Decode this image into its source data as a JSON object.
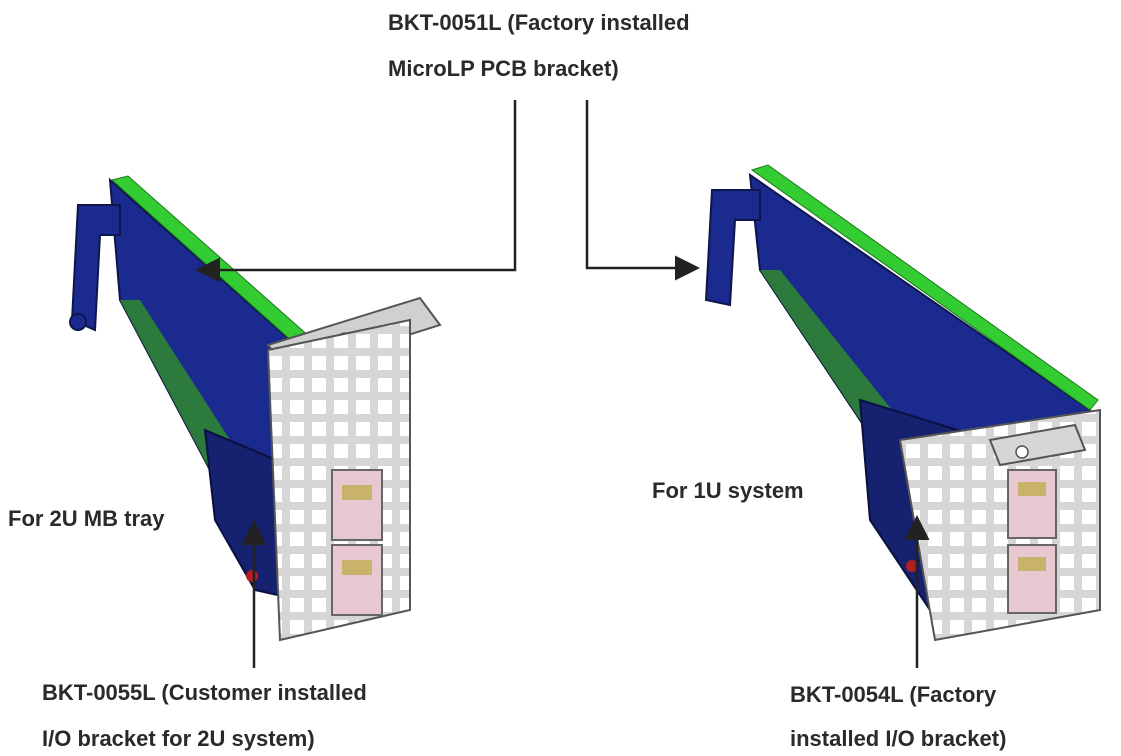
{
  "labels": {
    "top_line1": "BKT-0051L (Factory installed",
    "top_line2": "MicroLP PCB bracket)",
    "left_side": "For 2U MB tray",
    "right_side": "For 1U system",
    "bottom_left_line1": "BKT-0055L (Customer installed",
    "bottom_left_line2": "I/O bracket for 2U system)",
    "bottom_right_line1": "BKT-0054L (Factory",
    "bottom_right_line2": "installed I/O bracket)"
  },
  "colors": {
    "riser_blue": "#1b2a8f",
    "pcb_green": "#33cc33",
    "bracket_gray": "#c8c8c8",
    "arrow": "#222222"
  }
}
